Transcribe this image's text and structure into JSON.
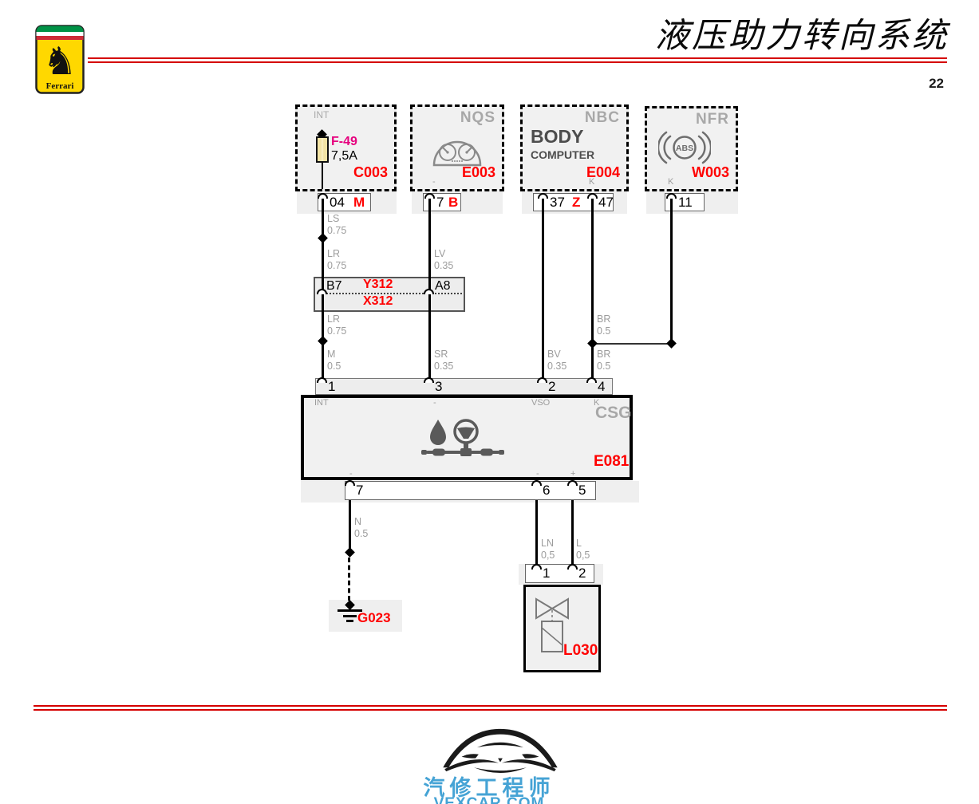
{
  "header": {
    "title": "液压助力转向系统",
    "page": "22",
    "logo": "Ferrari"
  },
  "icons": {
    "horse": "♞"
  },
  "components": {
    "c003": {
      "id": "C003",
      "tag": "INT",
      "fuse_name": "F-49",
      "fuse_rating": "7,5A",
      "pin": "04",
      "code": "M"
    },
    "e003": {
      "id": "E003",
      "tag": "NQS",
      "pin_label": "-",
      "pin": "7",
      "code": "B"
    },
    "e004": {
      "id": "E004",
      "tag": "NBC",
      "name1": "BODY",
      "name2": "COMPUTER",
      "pin_a": "37",
      "code": "Z",
      "pin_b": "47",
      "pin_b_label": "K"
    },
    "w003": {
      "id": "W003",
      "tag": "NFR",
      "abs_label": "ABS",
      "pin": "11",
      "pin_label": "K"
    },
    "y312": {
      "upper": "Y312",
      "lower": "X312",
      "pin_left": "B7",
      "pin_right": "A8"
    },
    "csg": {
      "tag": "CSG",
      "id": "E081",
      "top_pins": [
        {
          "n": "1",
          "label": "INT"
        },
        {
          "n": "3",
          "label": "-"
        },
        {
          "n": "2",
          "label": "VSO"
        },
        {
          "n": "4",
          "label": "K"
        }
      ],
      "bottom_pins": [
        {
          "n": "7",
          "label": "-"
        },
        {
          "n": "6",
          "label": "-"
        },
        {
          "n": "5",
          "label": "+"
        }
      ]
    },
    "g023": {
      "id": "G023"
    },
    "l030": {
      "id": "L030",
      "pin_a": "1",
      "pin_b": "2"
    }
  },
  "wires": {
    "ls": {
      "code": "LS",
      "size": "0.75"
    },
    "lr_upper": {
      "code": "LR",
      "size": "0.75"
    },
    "lv": {
      "code": "LV",
      "size": "0.35"
    },
    "lr_lower": {
      "code": "LR",
      "size": "0.75"
    },
    "m": {
      "code": "M",
      "size": "0.5"
    },
    "sr": {
      "code": "SR",
      "size": "0.35"
    },
    "bv": {
      "code": "BV",
      "size": "0.35"
    },
    "br_upper": {
      "code": "BR",
      "size": "0.5"
    },
    "br_lower": {
      "code": "BR",
      "size": "0.5"
    },
    "n": {
      "code": "N",
      "size": "0.5"
    },
    "ln": {
      "code": "LN",
      "size": "0,5"
    },
    "l": {
      "code": "L",
      "size": "0,5"
    }
  },
  "footer": {
    "brand": "汽修工程师",
    "site": "VEXCAR.COM"
  },
  "colors": {
    "line_red": "#d50000",
    "id_red": "#ff0000",
    "fuse_magenta": "#e6007e",
    "brand_blue": "#45a3d5"
  }
}
